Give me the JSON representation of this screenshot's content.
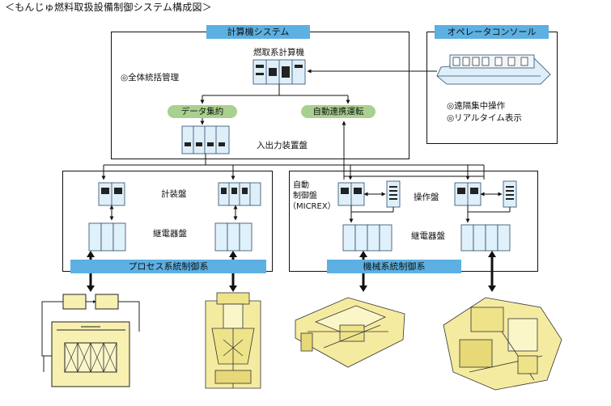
{
  "title": "＜もんじゅ燃料取扱設備制御システム構成図＞",
  "computer_system": {
    "header": "計算機システム",
    "fuel_computer": "燃取系計算機",
    "overall_management": "◎全体統括管理",
    "data_aggregation": "データ集約",
    "auto_interlock": "自動連携運転",
    "io_panel": "入出力装置盤"
  },
  "operator_console": {
    "header": "オペレータコンソール",
    "remote_operation": "◎遠隔集中操作",
    "realtime_display": "◎リアルタイム表示"
  },
  "process_control": {
    "bar_label": "プロセス系統制御系",
    "instrument_panel": "計装盤",
    "relay_panel": "継電器盤"
  },
  "machine_control": {
    "bar_label": "機械系統制御系",
    "auto_control_panel_line1": "自動",
    "auto_control_panel_line2": "制御盤",
    "auto_control_panel_line3": "（MICREX）",
    "operation_panel": "操作盤",
    "relay_panel": "継電器盤"
  }
}
